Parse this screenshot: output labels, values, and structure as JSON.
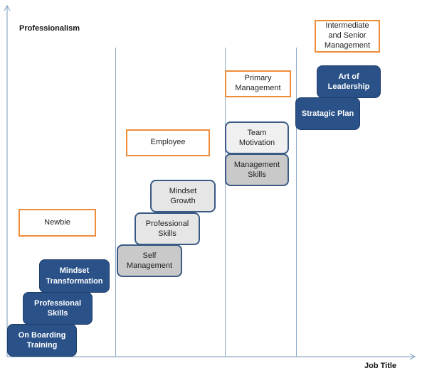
{
  "axes": {
    "y_label": "Professionalism",
    "x_label": "Job Title"
  },
  "stages": [
    {
      "id": "newbie",
      "label": "Newbie"
    },
    {
      "id": "employee",
      "label": "Employee"
    },
    {
      "id": "primary",
      "label": "Primary Management"
    },
    {
      "id": "senior",
      "label": "Intermediate and Senior Management"
    }
  ],
  "blocks": {
    "newbie": [
      "On Boarding Training",
      "Professional Skills",
      "Mindset Transformation"
    ],
    "employee": [
      "Self Management",
      "Professional Skills",
      "Mindset Growth"
    ],
    "primary": [
      "Management Skills",
      "Team Motivation"
    ],
    "senior": [
      "Stratagic Plan",
      "Art of Leadership"
    ]
  },
  "colors": {
    "accent_orange": "#ef8c3a",
    "dark_blue": "#2a5289",
    "axis": "#8ea9c8"
  }
}
